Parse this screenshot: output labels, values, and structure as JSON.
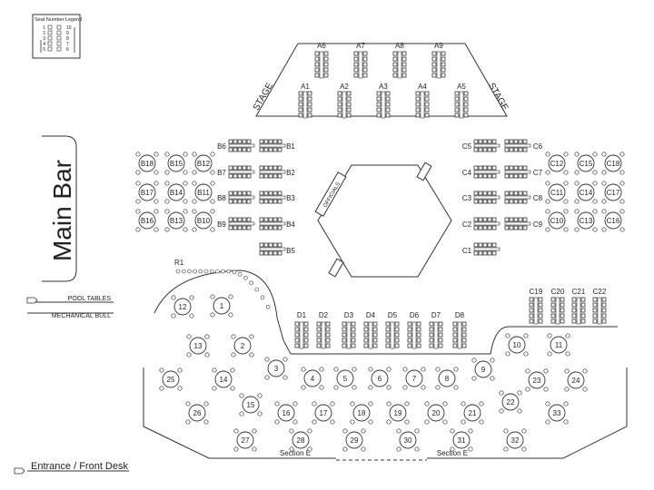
{
  "legend": {
    "title": "Seat Number Legend",
    "left_numbers": [
      "1",
      "2",
      "3",
      "4",
      "5"
    ],
    "right_numbers": [
      "10",
      "9",
      "8",
      "7",
      "6"
    ]
  },
  "main_bar": "Main Bar",
  "stage_label": "STAGE",
  "officials_label": "OFFICIALS",
  "pool_tables": "POOL TABLES",
  "mechanical_bull": "MECHANICAL BULL",
  "entrance": "Entrance / Front Desk",
  "section_e": "Section E",
  "rail_label": "R1",
  "stage_row_back": [
    "A6",
    "A7",
    "A8",
    "A9"
  ],
  "stage_row_front": [
    "A1",
    "A2",
    "A3",
    "A4",
    "A5"
  ],
  "b_left_labels": [
    "B6",
    "B7",
    "B8",
    "B9"
  ],
  "b_right_labels": [
    "B1",
    "B2",
    "B3",
    "B4",
    "B5"
  ],
  "c_left_labels": [
    "C5",
    "C4",
    "C3",
    "C2",
    "C1"
  ],
  "c_right_labels": [
    "C6",
    "C7",
    "C8",
    "C9"
  ],
  "b_tables": [
    "B18",
    "B15",
    "B12",
    "B17",
    "B14",
    "B11",
    "B16",
    "B13",
    "B10"
  ],
  "c_tables": [
    "C12",
    "C15",
    "C18",
    "C11",
    "C14",
    "C17",
    "C10",
    "C13",
    "C16"
  ],
  "c_upper": [
    "C19",
    "C20",
    "C21",
    "C22"
  ],
  "d_labels": [
    "D1",
    "D2",
    "D3",
    "D4",
    "D5",
    "D6",
    "D7",
    "D8"
  ],
  "floor_tables": [
    "12",
    "1",
    "13",
    "2",
    "3",
    "4",
    "5",
    "6",
    "7",
    "8",
    "9",
    "10",
    "11",
    "25",
    "14",
    "23",
    "24",
    "15",
    "22",
    "26",
    "16",
    "17",
    "18",
    "19",
    "20",
    "21",
    "33",
    "27",
    "28",
    "29",
    "30",
    "31",
    "32"
  ]
}
